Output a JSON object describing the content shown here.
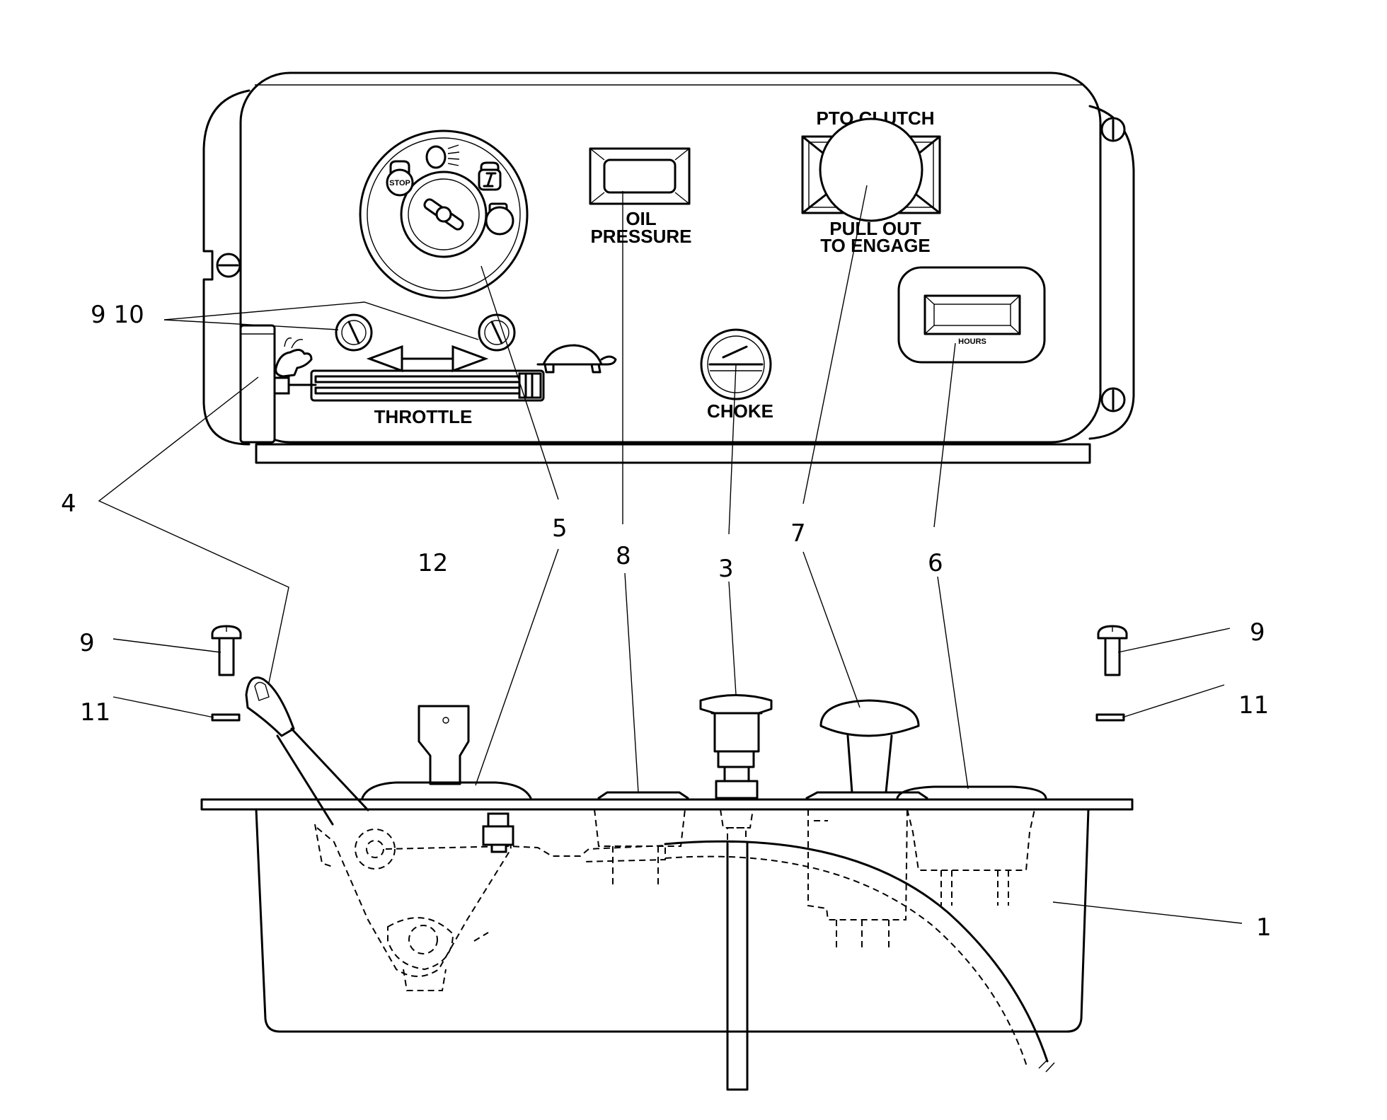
{
  "panel_labels": {
    "pto_clutch": "PTO CLUTCH",
    "pull_out": "PULL OUT",
    "to_engage": "TO ENGAGE",
    "oil": "OIL",
    "pressure": "PRESSURE",
    "choke": "CHOKE",
    "throttle": "THROTTLE",
    "hours": "HOURS",
    "stop": "STOP"
  },
  "callouts": {
    "c9_10": "9 10",
    "c4": "4",
    "c5_top": "5",
    "c8": "8",
    "c3": "3",
    "c7": "7",
    "c6": "6",
    "c12": "12",
    "c9_left": "9",
    "c9_right": "9",
    "c11_left": "11",
    "c11_right": "11",
    "c1": "1"
  }
}
